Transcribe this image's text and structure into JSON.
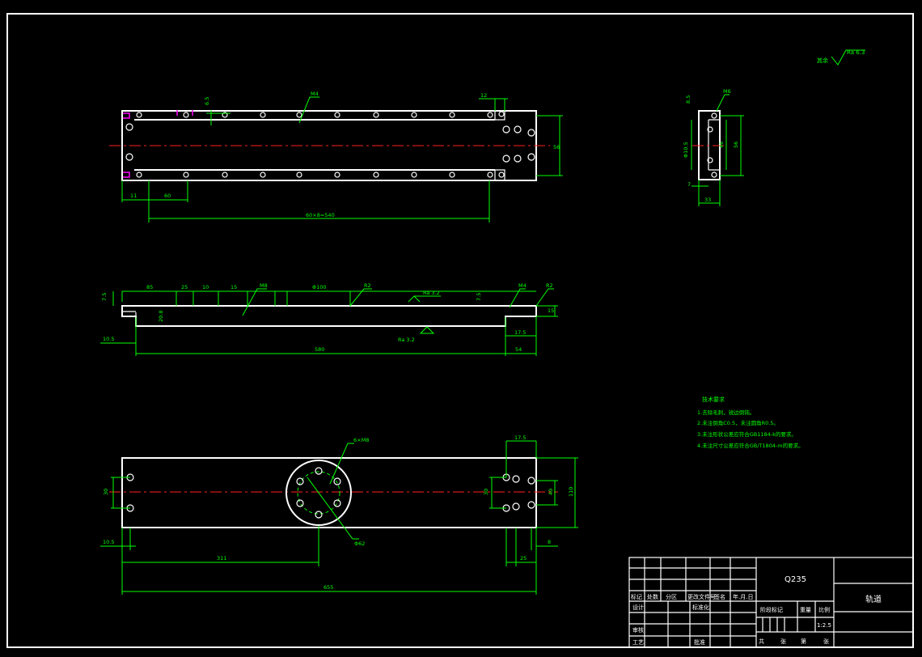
{
  "surface_finish_note": {
    "prefix": "其余",
    "value": "Ra 6.3"
  },
  "view1": {
    "dims": {
      "d_6_5": "6.5",
      "m4": "M4",
      "d_12": "12",
      "d_56": "56",
      "d_11": "11",
      "d_60": "60",
      "d_span": "60×8=540"
    }
  },
  "view2": {
    "dims": {
      "d_85": "85",
      "d_25": "25",
      "d_10": "10",
      "d_15": "15",
      "m8": "M8",
      "d_100": "Φ100",
      "r2": "R2",
      "ra32_top": "Ra 3.2",
      "d_7_5_l": "7.5",
      "d_7_5_r": "7.5",
      "m4": "M4",
      "r2_b": "R2",
      "d_15_r": "15",
      "d_20": "20.8",
      "d_10_5": "10.5",
      "ra32_bot": "Ra 3.2",
      "d_17_5": "17.5",
      "d_580": "580",
      "d_54": "54"
    }
  },
  "view3": {
    "dims": {
      "d_6xm8": "6×M8",
      "d_17_5": "17.5",
      "d_30_l": "30",
      "d_30_r": "30",
      "d_40": "40",
      "d_110": "110",
      "d_10_5": "10.5",
      "d_phi62": "Φ62",
      "d_8": "8",
      "d_311": "311",
      "d_25": "25",
      "d_655": "655"
    }
  },
  "side_view": {
    "dims": {
      "m6": "M6",
      "d_8_5": "8.5",
      "d_10_5": "Φ10.5",
      "d_46": "46",
      "d_56": "56",
      "d_7": "7",
      "d_33": "33"
    }
  },
  "tech_req": {
    "title": "技术要求",
    "items": [
      "1.去除毛刺，锐边倒钝。",
      "2.未注倒角C0.5，未注圆角R0.5。",
      "3.未注形状公差应符合GB1184-k的要求。",
      "4.未注尺寸公差应符合GB/T1804-m的要求。"
    ]
  },
  "title_block": {
    "material": "Q235",
    "part_name": "轨道",
    "scale": "1:2.5",
    "headers": {
      "mark": "标记",
      "count": "处数",
      "zone": "分区",
      "doc": "更改文件号",
      "sign": "签名",
      "date": "年.月.日"
    },
    "roles": {
      "design": "设计",
      "std": "标准化",
      "review": "审核",
      "craft": "工艺",
      "approve": "批准"
    },
    "stage_mark": "阶段标记",
    "weight": "重量",
    "ratio": "比例",
    "sheets": {
      "total_label": "共",
      "sheet_label": "张",
      "no_label": "第"
    }
  }
}
